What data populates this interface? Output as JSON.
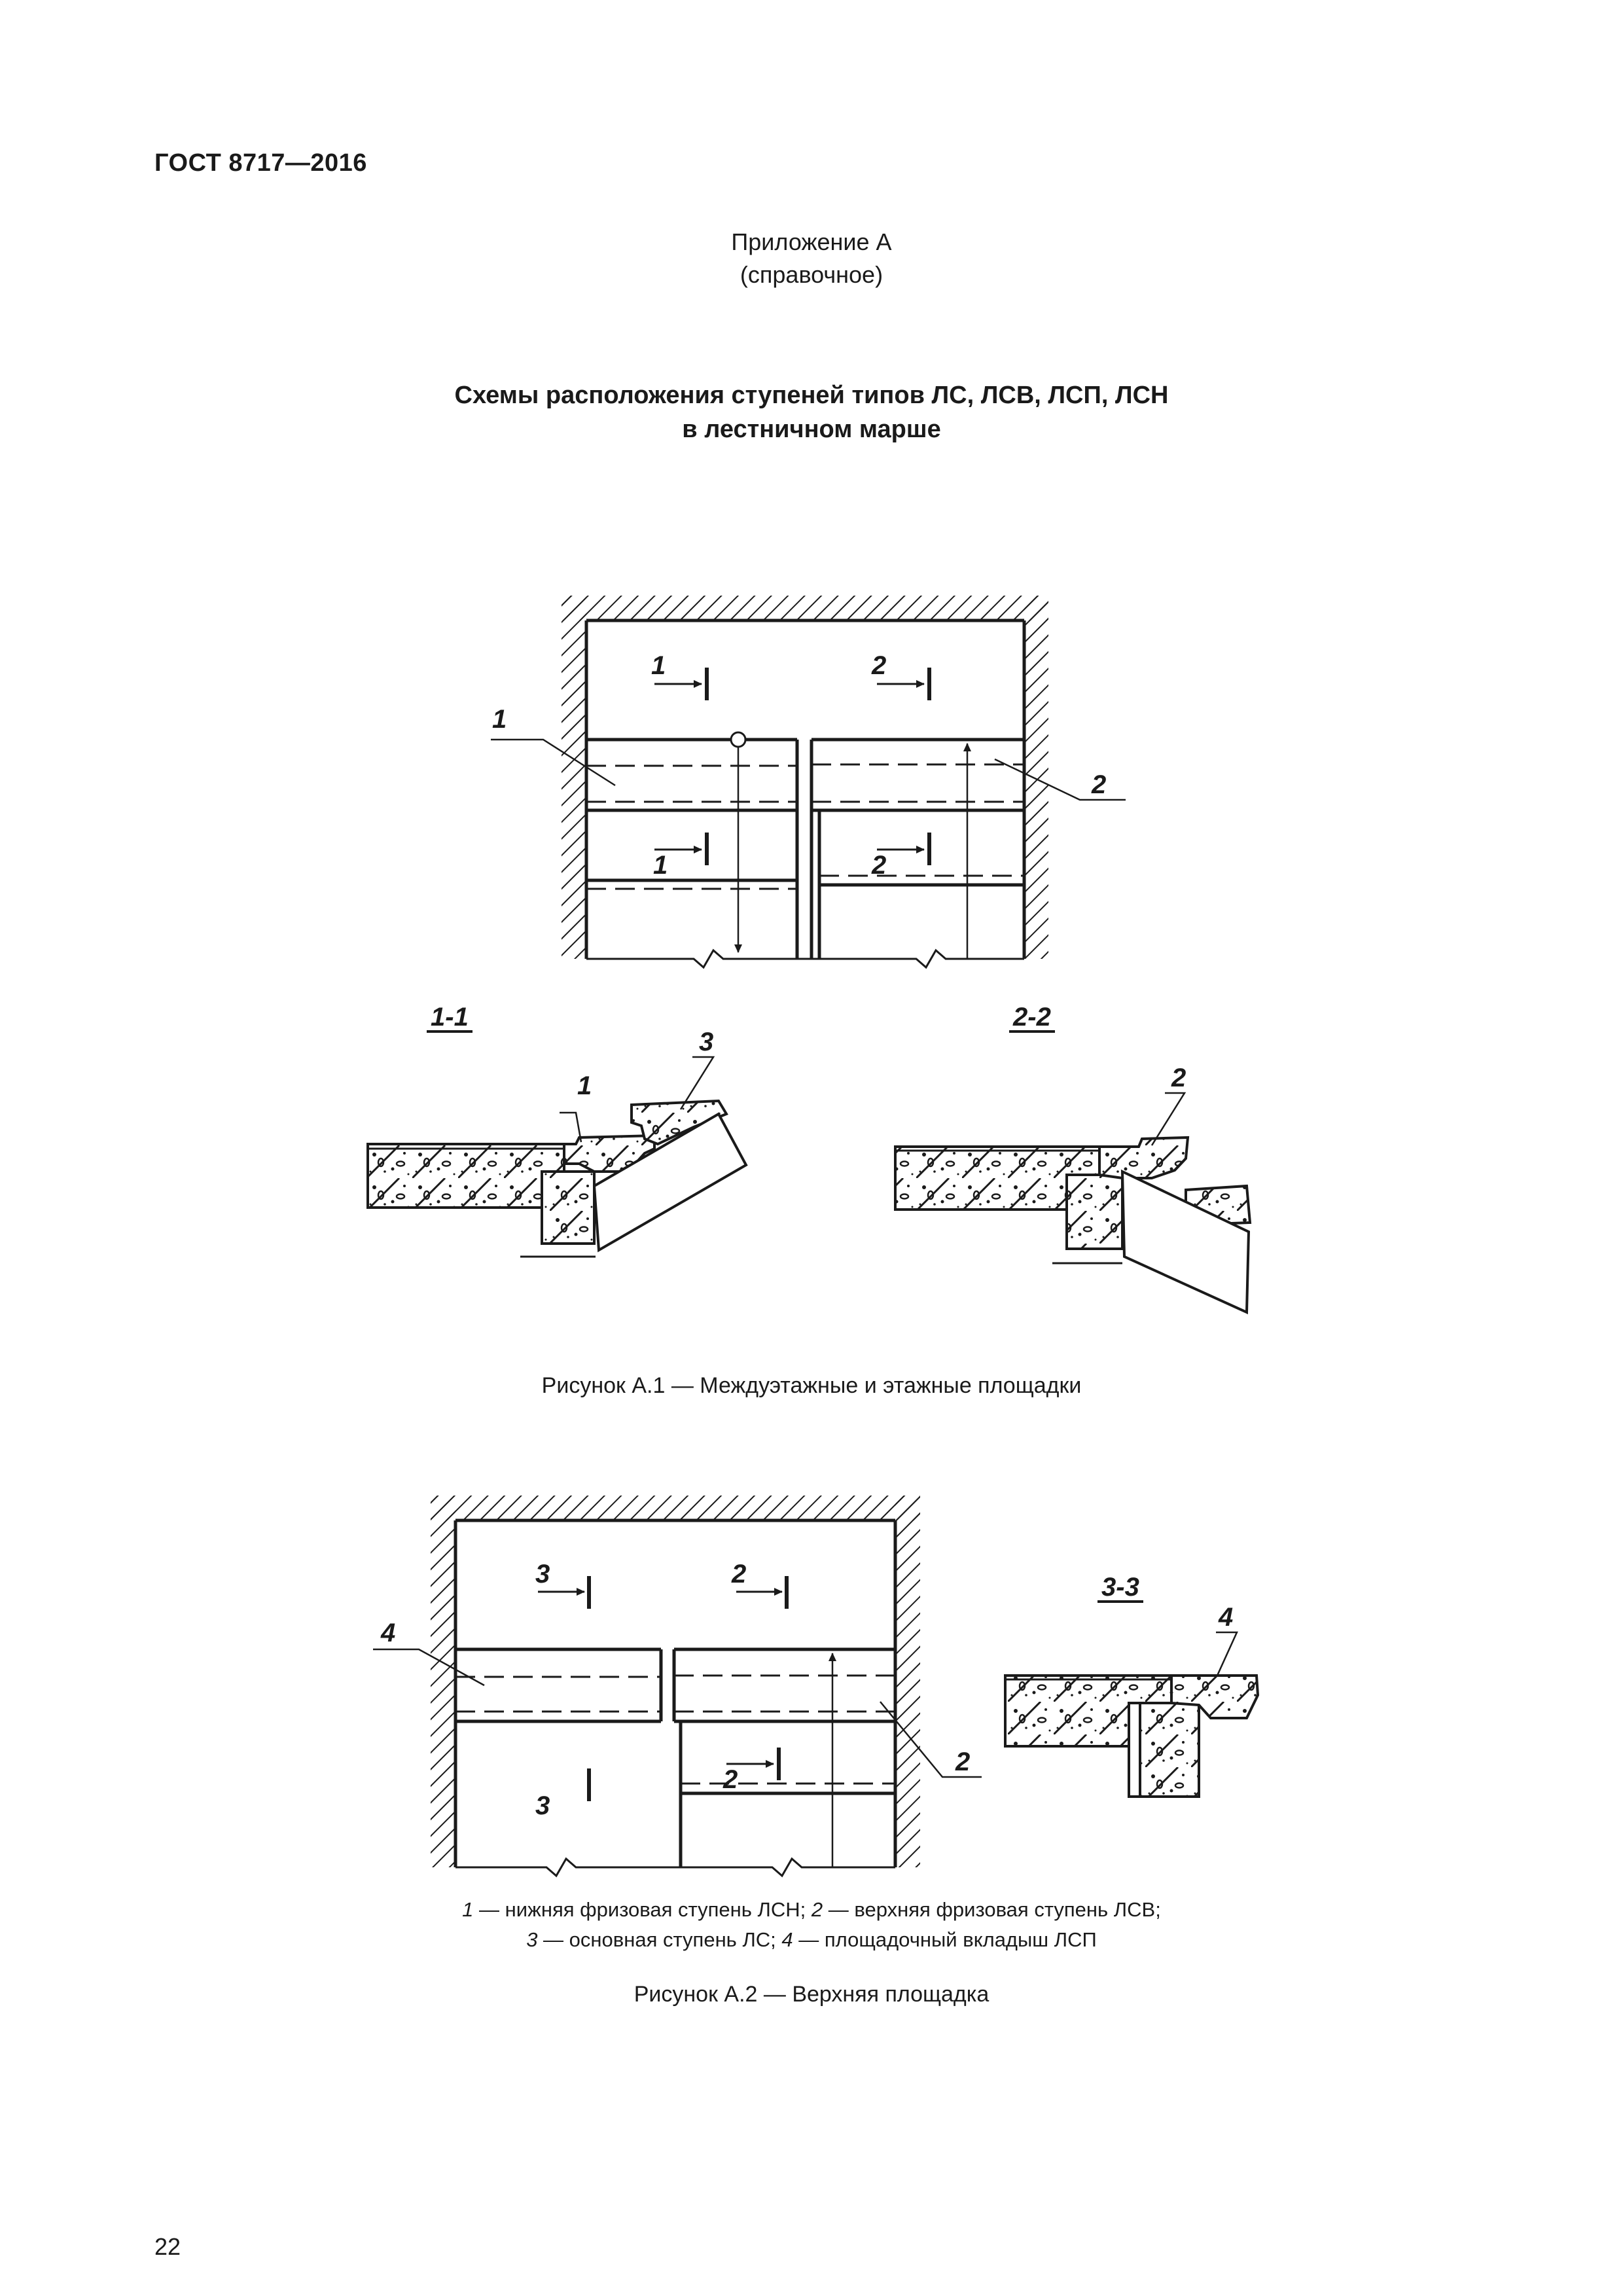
{
  "header": {
    "standard": "ГОСТ 8717—2016"
  },
  "annex": {
    "title": "Приложение А",
    "type": "(справочное)"
  },
  "section": {
    "title_line1": "Схемы расположения ступеней типов ЛС, ЛСВ, ЛСП, ЛСН",
    "title_line2": "в лестничном марше"
  },
  "figure1": {
    "caption": "Рисунок А.1 — Междуэтажные и этажные площадки",
    "section_1_1": "1-1",
    "section_2_2": "2-2",
    "callouts": {
      "c1": "1",
      "c2": "2",
      "c3": "3"
    }
  },
  "figure2": {
    "caption": "Рисунок А.2 — Верхняя площадка",
    "section_3_3": "3-3",
    "callouts": {
      "c2": "2",
      "c3": "3",
      "c4": "4"
    }
  },
  "legend": {
    "n1": "1",
    "t1": " — нижняя фризовая ступень ЛСН; ",
    "n2": "2",
    "t2": " — верхняя фризовая ступень ЛСВ;",
    "n3": "3",
    "t3": " — основная ступень ЛС; ",
    "n4": "4",
    "t4": " — площадочный вкладыш ЛСП"
  },
  "page": {
    "number": "22"
  }
}
